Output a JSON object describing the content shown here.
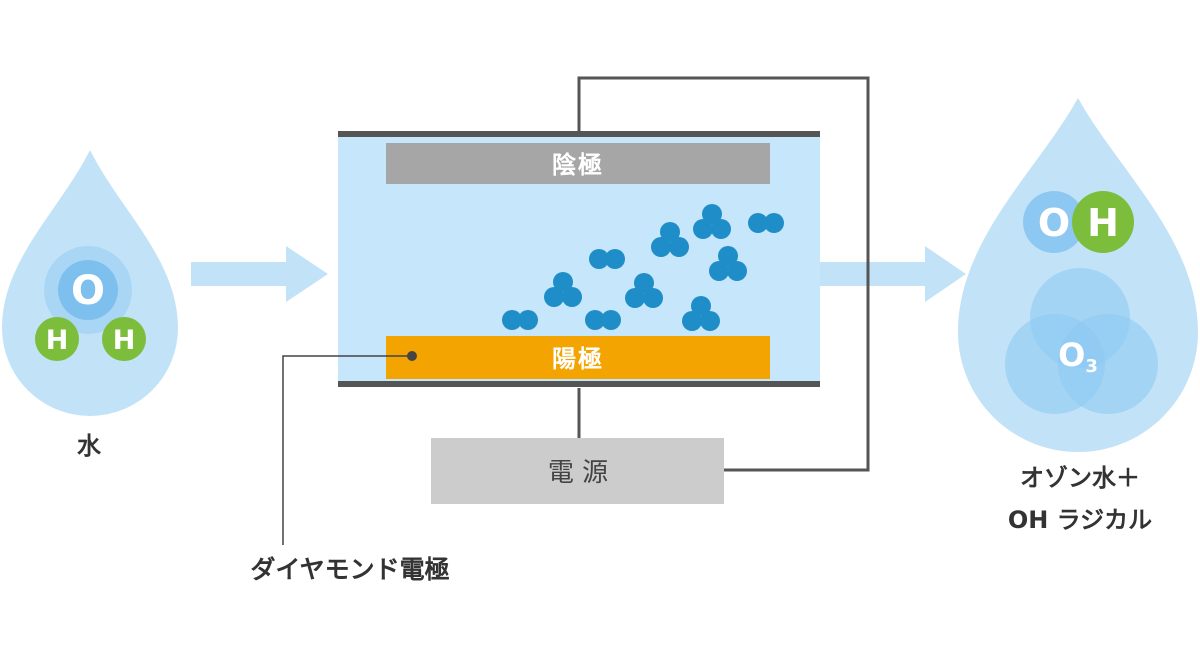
{
  "water": {
    "label": "水",
    "atom_o": "O",
    "atom_h1": "H",
    "atom_h2": "H"
  },
  "cell": {
    "cathode_label": "陰極",
    "anode_label": "陽極",
    "power_label": "電 源",
    "electrode_label": "ダイヤモンド電極"
  },
  "output": {
    "label_line1": "オゾン水＋",
    "label_line2": "OH ラジカル",
    "oh_o": "O",
    "oh_h": "H",
    "o3_main": "O",
    "o3_sub": "3"
  },
  "colors": {
    "drop": "#c2e3f7",
    "cell_fill": "#c5e6fb",
    "arrow": "#c2e3f7",
    "cathode": "#a6a6a6",
    "anode": "#f4a400",
    "power": "#cccccc",
    "wire": "#555555",
    "hydrogen": "#7cbd3b",
    "molecule": "#1f8ec8",
    "circle_o": "#8dc8f2",
    "text": "#333333"
  }
}
